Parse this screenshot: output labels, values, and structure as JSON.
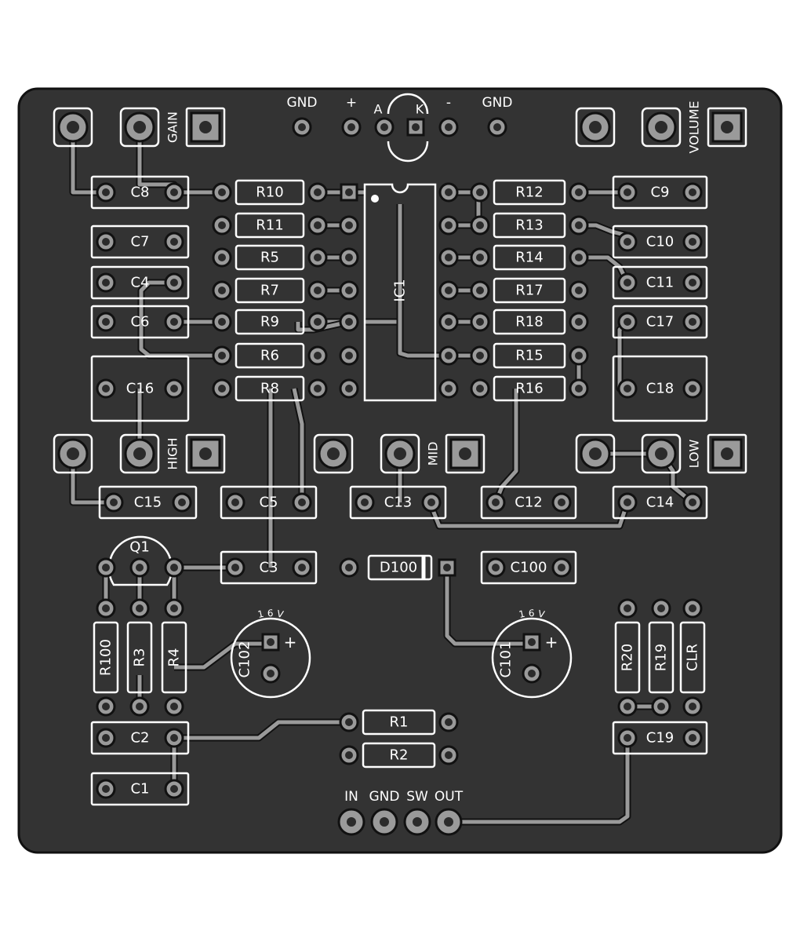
{
  "board": {
    "colors": {
      "board": "#333333",
      "copper": "#9a9a9a",
      "copper_dark": "#111111",
      "silk": "#ffffff",
      "hole": "#2b2b2b"
    }
  },
  "pots": [
    {
      "id": "gain",
      "label": "GAIN"
    },
    {
      "id": "volume",
      "label": "VOLUME"
    },
    {
      "id": "high",
      "label": "HIGH"
    },
    {
      "id": "mid",
      "label": "MID"
    },
    {
      "id": "low",
      "label": "LOW"
    }
  ],
  "top_pads": [
    "GND",
    "+",
    "A",
    "K",
    "-",
    "GND"
  ],
  "ic": {
    "label": "IC1"
  },
  "resistors": [
    "R10",
    "R11",
    "R5",
    "R7",
    "R9",
    "R6",
    "R8",
    "R12",
    "R13",
    "R14",
    "R17",
    "R18",
    "R15",
    "R16",
    "R100",
    "R3",
    "R4",
    "R20",
    "R19",
    "CLR",
    "R1",
    "R2"
  ],
  "capacitors": [
    "C8",
    "C7",
    "C4",
    "C6",
    "C16",
    "C9",
    "C10",
    "C11",
    "C17",
    "C18",
    "C15",
    "C5",
    "C13",
    "C12",
    "C14",
    "C3",
    "C100",
    "C2",
    "C1",
    "C19"
  ],
  "transistor": {
    "label": "Q1"
  },
  "diode": {
    "label": "D100"
  },
  "electrolytics": [
    {
      "label": "C102",
      "voltage": "16V",
      "polarity": "+"
    },
    {
      "label": "C101",
      "voltage": "16V",
      "polarity": "+"
    }
  ],
  "bottom_pads": [
    "IN",
    "GND",
    "SW",
    "OUT"
  ]
}
